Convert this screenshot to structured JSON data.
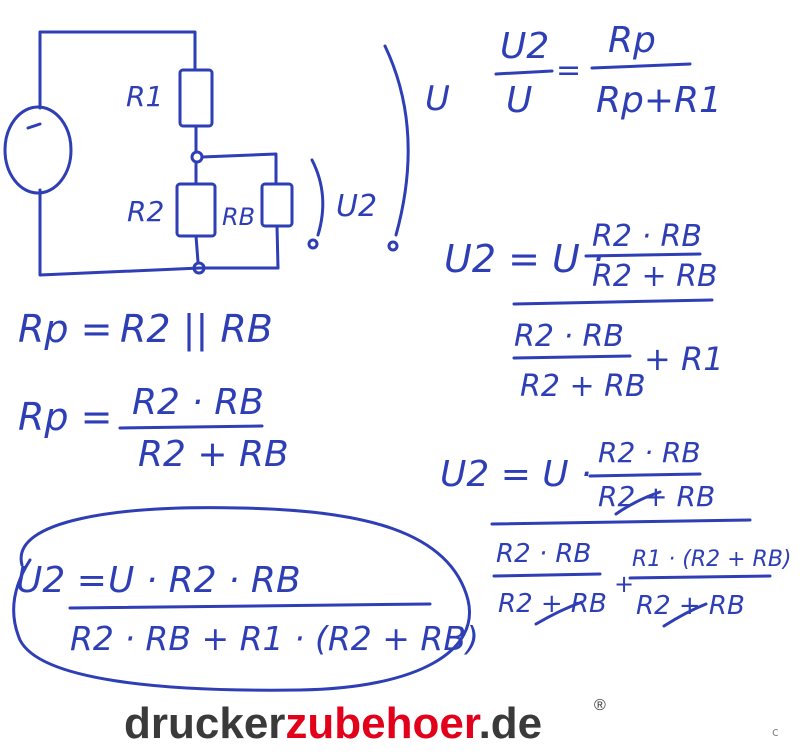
{
  "colors": {
    "ink": "#2e3eb5",
    "brand_dark": "#3a3a3a",
    "brand_red": "#e2001a"
  },
  "circuit": {
    "r1": "R1",
    "r2": "R2",
    "rb": "RB",
    "u_source": "U",
    "u2": "U2",
    "source_icon": "voltage-source-icon"
  },
  "formula_ratio": {
    "lhs_num": "U2",
    "lhs_den": "U",
    "eq": "=",
    "rhs_num": "Rp",
    "rhs_den": "Rp+R1"
  },
  "rp_parallel": {
    "lhs": "Rp =",
    "rhs": "R2 || RB"
  },
  "rp_fraction": {
    "lhs": "Rp =",
    "num": "R2 · RB",
    "den": "R2 + RB"
  },
  "u2_expanded": {
    "lhs": "U2 = U ·",
    "top_num": "R2 · RB",
    "top_den": "R2 + RB",
    "bottom_num": "R2 · RB",
    "bottom_den": "R2 + RB",
    "bottom_plus": "+ R1"
  },
  "u2_common": {
    "lhs": "U2 = U ·",
    "top_num": "R2 · RB",
    "top_den": "R2 + RB",
    "left_num": "R2 · RB",
    "left_den": "R2 + RB",
    "plus": "+",
    "right_num": "R1 · (R2 + RB)",
    "right_den": "R2 + RB"
  },
  "result": {
    "lhs": "U2 =",
    "num": "U · R2 · RB",
    "den": "R2 · RB + R1 · (R2 + RB)"
  },
  "brand": {
    "dark": "drucker",
    "red": "zubehoer",
    "tld": ".de",
    "reg": "®"
  },
  "corner_mark": "c"
}
